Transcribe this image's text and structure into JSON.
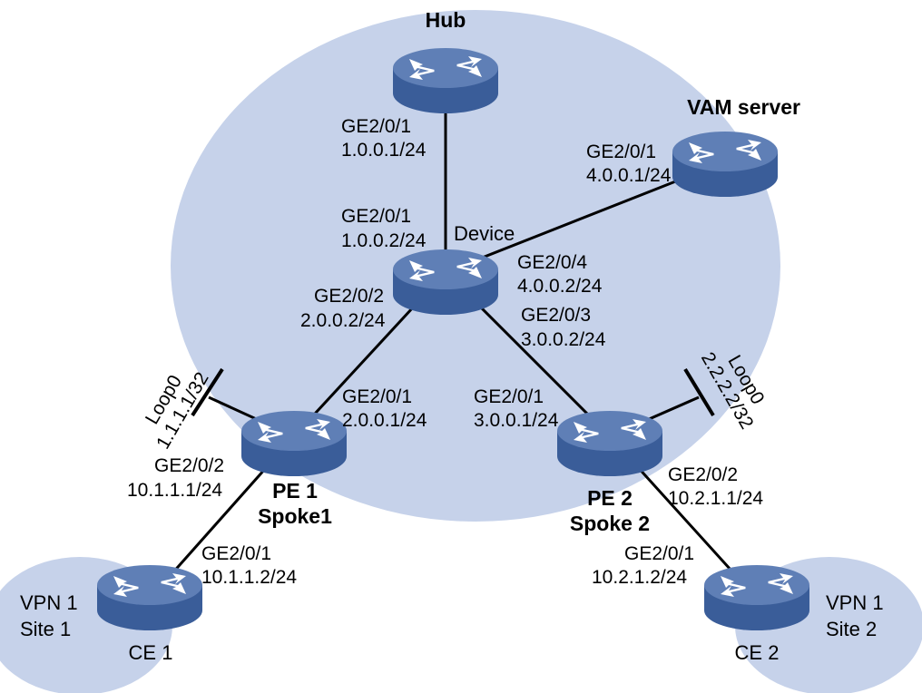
{
  "colors": {
    "region": "#c6d2ea",
    "link": "#000000",
    "router_top": "#5f7fb6",
    "router_side": "#3a5d99",
    "router_glyph": "#ffffff"
  },
  "icons": {
    "router": "router-icon"
  },
  "nodes": {
    "hub": {
      "name": "Hub",
      "intf": "GE2/0/1",
      "ip": "1.0.0.1/24"
    },
    "vam": {
      "name": "VAM server",
      "intf": "GE2/0/1",
      "ip": "4.0.0.1/24"
    },
    "device": {
      "name": "Device",
      "p1_intf": "GE2/0/1",
      "p1_ip": "1.0.0.2/24",
      "p2_intf": "GE2/0/2",
      "p2_ip": "2.0.0.2/24",
      "p3_intf": "GE2/0/3",
      "p3_ip": "3.0.0.2/24",
      "p4_intf": "GE2/0/4",
      "p4_ip": "4.0.0.2/24"
    },
    "pe1": {
      "name": "PE 1",
      "role": "Spoke1",
      "up_intf": "GE2/0/1",
      "up_ip": "2.0.0.1/24",
      "down_intf": "GE2/0/2",
      "down_ip": "10.1.1.1/24",
      "loop_name": "Loop0",
      "loop_ip": "1.1.1.1/32"
    },
    "pe2": {
      "name": "PE 2",
      "role": "Spoke 2",
      "up_intf": "GE2/0/1",
      "up_ip": "3.0.0.1/24",
      "down_intf": "GE2/0/2",
      "down_ip": "10.2.1.1/24",
      "loop_name": "Loop0",
      "loop_ip": "2.2.2.2/32"
    },
    "ce1": {
      "name": "CE 1",
      "intf": "GE2/0/1",
      "ip": "10.1.1.2/24"
    },
    "ce2": {
      "name": "CE 2",
      "intf": "GE2/0/1",
      "ip": "10.2.1.2/24"
    }
  },
  "sites": {
    "site1": {
      "line1": "VPN 1",
      "line2": "Site 1"
    },
    "site2": {
      "line1": "VPN 1",
      "line2": "Site 2"
    }
  }
}
